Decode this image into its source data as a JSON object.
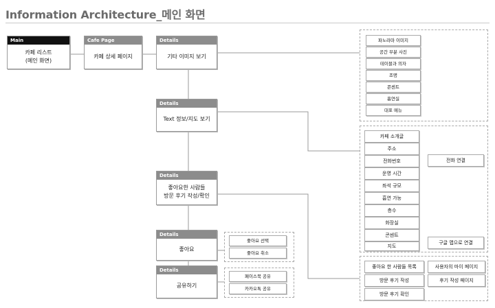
{
  "title": "Information Architecture_메인 화면",
  "nodes": {
    "main": {
      "header": "Main",
      "label": "카페 리스트\n(메인 화면)"
    },
    "cafe": {
      "header": "Cafe Page",
      "label": "카페 상세 페이지"
    },
    "images": {
      "header": "Details",
      "label": "기타 이미지 보기"
    },
    "text": {
      "header": "Details",
      "label": "Text 정보/지도 보기"
    },
    "review": {
      "header": "Details",
      "label": "좋아요한 사람들\n방문 후기 작성/확인"
    },
    "like": {
      "header": "Details",
      "label": "좋아요"
    },
    "share": {
      "header": "Details",
      "label": "공유하기"
    }
  },
  "groups": {
    "images": [
      "파노라마 이미지",
      "공간 부분 사진",
      "테이블과 의자",
      "조명",
      "콘센트",
      "흡연실",
      "대표 메뉴"
    ],
    "text": [
      "카페 소개글",
      "주소",
      "전화번호",
      "운영 시간",
      "좌석 규모",
      "흡연 가능",
      "층수",
      "화장실",
      "콘센트",
      "지도"
    ],
    "text_extra": {
      "phone": "전화 연결",
      "map": "구글 맵으로 연결"
    },
    "like": [
      "좋아요 선택",
      "좋아요 취소"
    ],
    "share": [
      "페이스북 공유",
      "카카오톡 공유"
    ],
    "review": [
      "좋아요 한 사람들 목록",
      "방문 후기 작성",
      "방문 후기 확인"
    ],
    "review_extra": [
      "사용자의 마이 페이지",
      "후기 작성 페이지"
    ]
  }
}
